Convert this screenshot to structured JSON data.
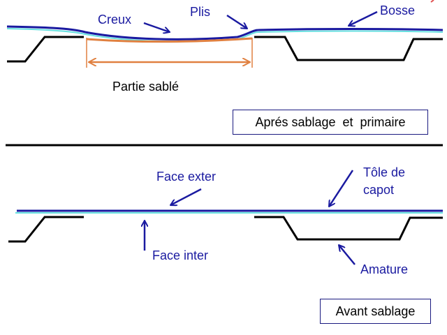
{
  "top": {
    "labels": {
      "creux": "Creux",
      "plis": "Plis",
      "bosse": "Bosse",
      "partie_sablee": "Partie sablé"
    },
    "caption": "Aprés sablage  et  primaire"
  },
  "bottom": {
    "labels": {
      "face_exter": "Face exter",
      "tole_de": "Tôle de",
      "capot": "capot",
      "face_inter": "Face inter",
      "amature": "Amature"
    },
    "caption": "Avant sablage"
  },
  "colors": {
    "sheet": "#1a1aa0",
    "primer": "#66e0e0",
    "frame": "#000000",
    "sanded_span": "#e08040",
    "text": "#1a1aa0"
  }
}
